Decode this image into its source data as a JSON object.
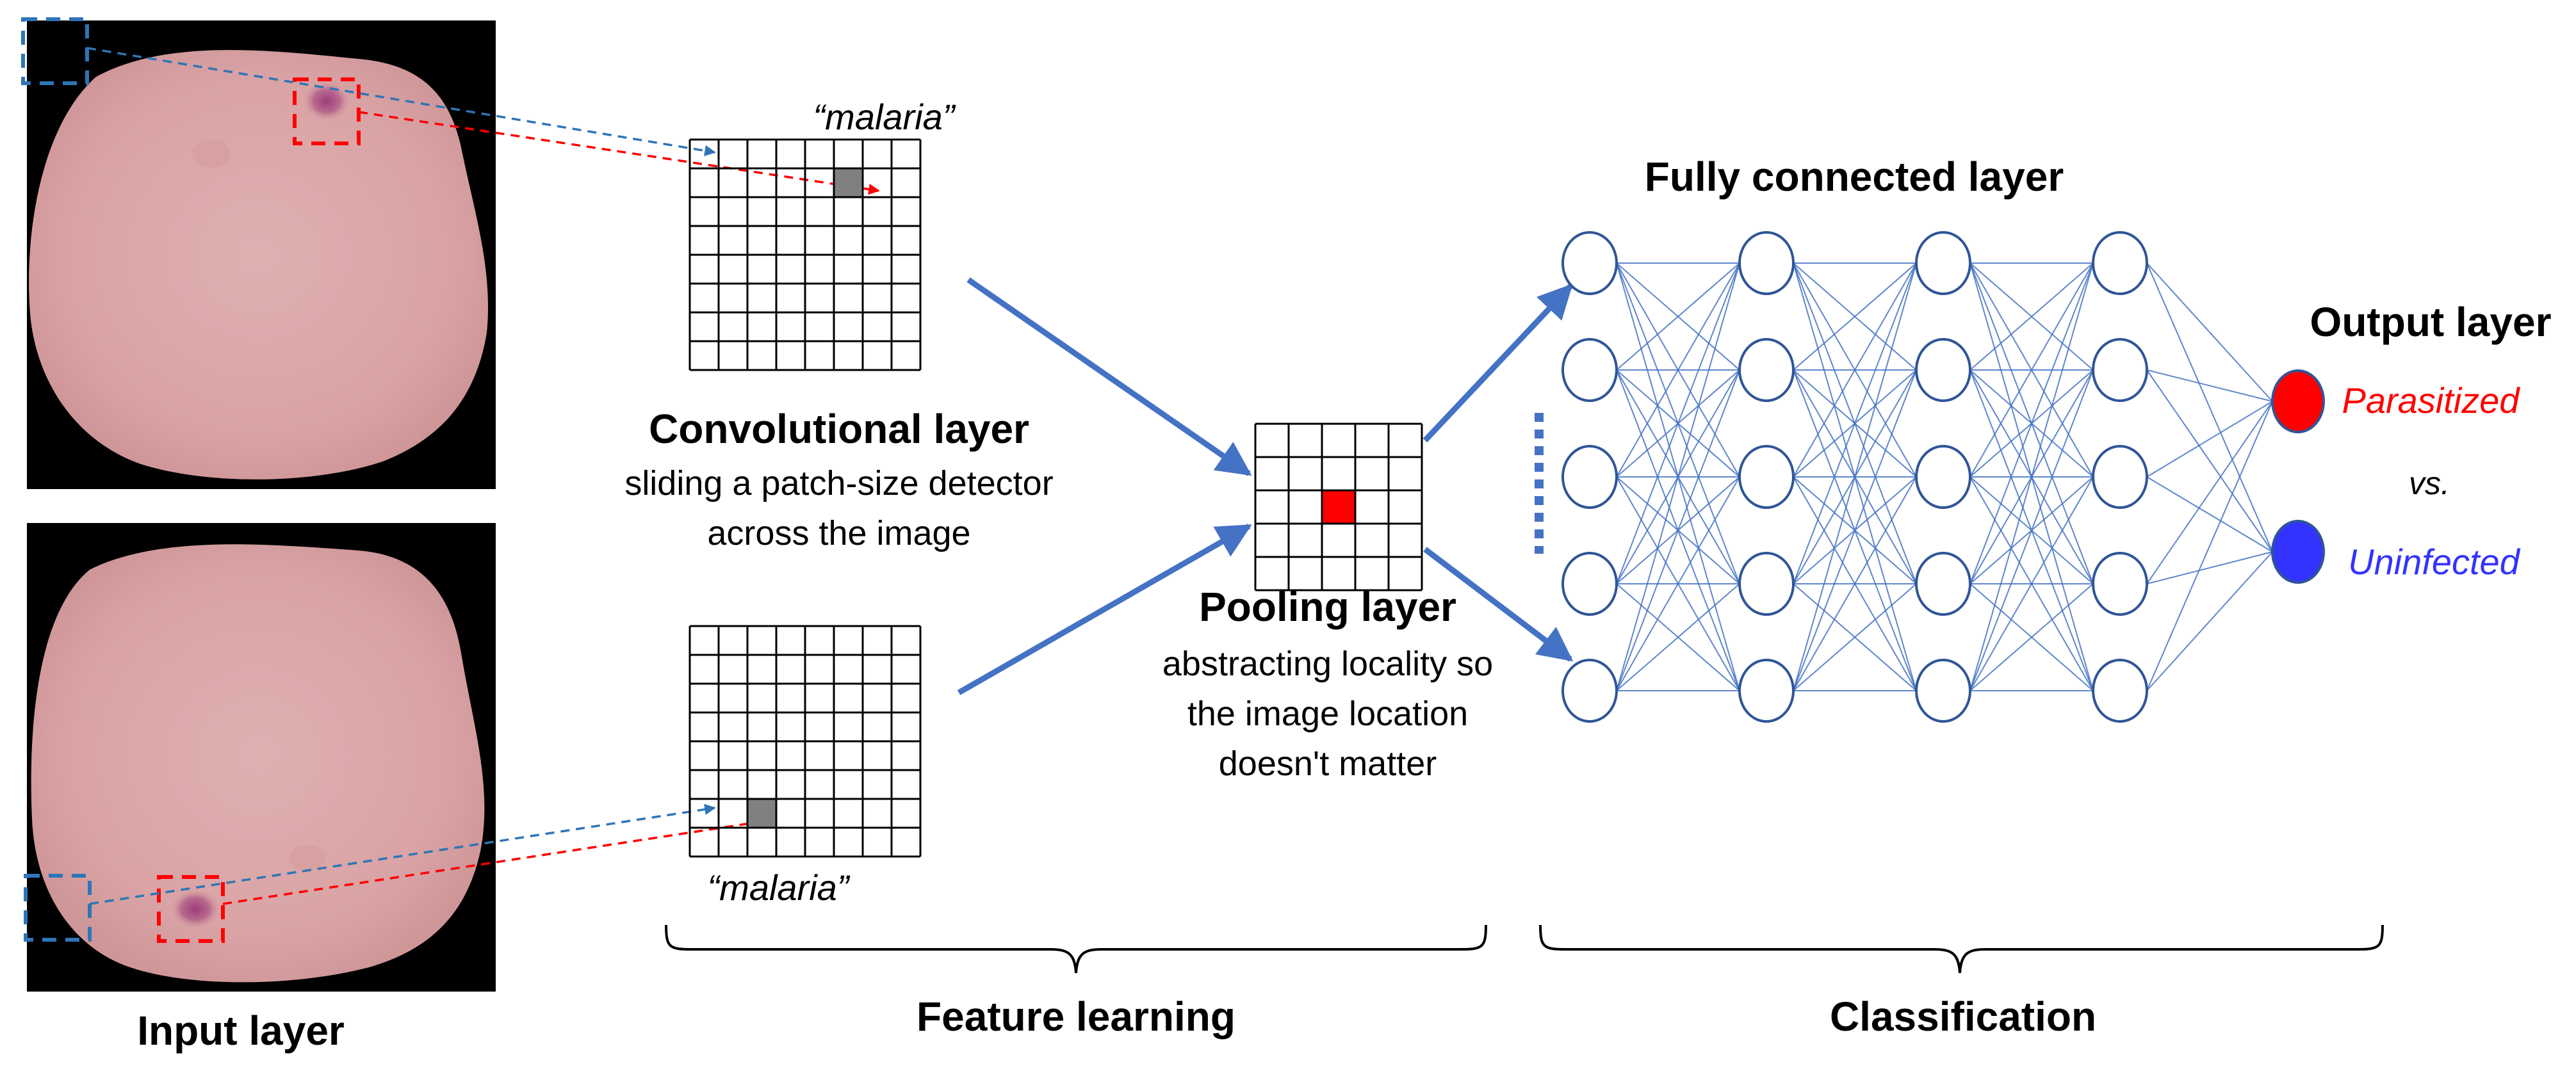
{
  "input_layer": {
    "label": "Input layer"
  },
  "convolutional_layer": {
    "title": "Convolutional layer",
    "description_line1": "sliding a patch-size detector",
    "description_line2": "across the image",
    "top_feature_label": "“malaria”",
    "bottom_feature_label": "“malaria”"
  },
  "pooling_layer": {
    "title": "Pooling layer",
    "description_line1": "abstracting locality so",
    "description_line2": "the image location",
    "description_line3": "doesn't matter"
  },
  "fully_connected_layer": {
    "title": "Fully connected layer"
  },
  "output_layer": {
    "title": "Output layer",
    "classes": [
      {
        "label": "Parasitized",
        "color": "#ff0000"
      },
      {
        "label": "Uninfected",
        "color": "#3333ff"
      }
    ],
    "separator": "vs."
  },
  "stages": {
    "feature_learning": "Feature learning",
    "classification": "Classification"
  },
  "colors": {
    "cell_fill": "#d9a3a5",
    "cell_background": "#000000",
    "blue_patch": "#2e75b6",
    "red_patch": "#ff0000",
    "arrow_blue": "#4472c4",
    "network_line": "#4472c4",
    "grid_hit": "#808080",
    "pool_hit": "#ff0000"
  },
  "network": {
    "layers": 4,
    "nodes_per_layer": 5,
    "outputs": 2
  }
}
